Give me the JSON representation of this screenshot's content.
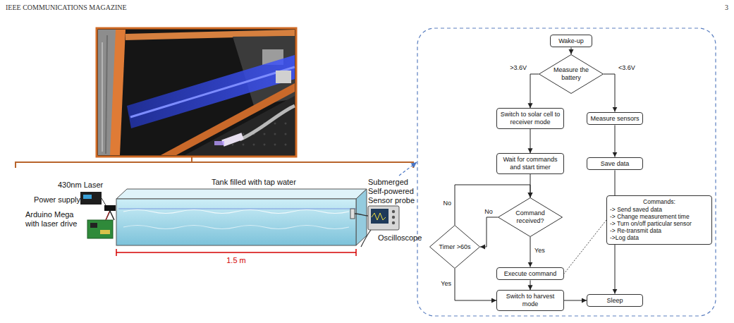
{
  "diagram": {
    "nodes": [
      {
        "text": [
          "Wake-up"
        ]
      },
      {
        "text": [
          "Measure the battery"
        ]
      },
      {
        "text": [
          "Switch to solar cell to receiver mode"
        ]
      },
      {
        "text": [
          "Measure sensors"
        ]
      },
      {
        "text": [
          "Wait for commands and start timer"
        ]
      },
      {
        "text": [
          "Save data"
        ]
      },
      {
        "text": [
          "Command received?"
        ]
      },
      {
        "text": [
          "Timer >60s"
        ]
      },
      {
        "text": [
          "Execute command"
        ]
      },
      {
        "text": [
          "Switch to harvest mode"
        ]
      },
      {
        "text": [
          "Sleep"
        ]
      },
      {
        "text": [
          "Commands:",
          "-> Send saved data",
          "-> Change measurement time",
          "-> Turn on/off particular sensor",
          "-> Re-transmit data",
          "->Log data"
        ]
      }
    ],
    "edges": [
      {
        "from": 0,
        "to": 1,
        "arrow": "to"
      },
      {
        "from": 1,
        "to": 2,
        "label": ">3.6V",
        "arrow": "to"
      },
      {
        "from": 1,
        "to": 3,
        "label": "<3.6V",
        "arrow": "to"
      },
      {
        "from": 2,
        "to": 4,
        "arrow": "to"
      },
      {
        "from": 3,
        "to": 5,
        "arrow": "to"
      },
      {
        "from": 4,
        "to": 6,
        "arrow": "to"
      },
      {
        "from": 6,
        "to": 8,
        "label": "Yes",
        "arrow": "to"
      },
      {
        "from": 6,
        "to": 7,
        "label": "No",
        "arrow": "to"
      },
      {
        "from": 7,
        "to": 6,
        "label": "No",
        "arrow": "to"
      },
      {
        "from": 7,
        "to": 9,
        "label": "Yes",
        "arrow": "to"
      },
      {
        "from": 8,
        "to": 9,
        "arrow": "to"
      },
      {
        "from": 9,
        "to": 10,
        "arrow": "to"
      },
      {
        "from": 5,
        "to": 10,
        "arrow": "to"
      },
      {
        "from": 11,
        "to": 8,
        "arrow": "none"
      }
    ],
    "labels": [
      "IEEE COMMUNICATIONS MAGAZINE",
      "3",
      "430nm Laser",
      "Power supply",
      "Arduino Mega with laser drive",
      "Tank filled with tap water",
      "Submerged Self-powered Sensor probe",
      "Oscilloscope",
      "1.5 m"
    ]
  }
}
